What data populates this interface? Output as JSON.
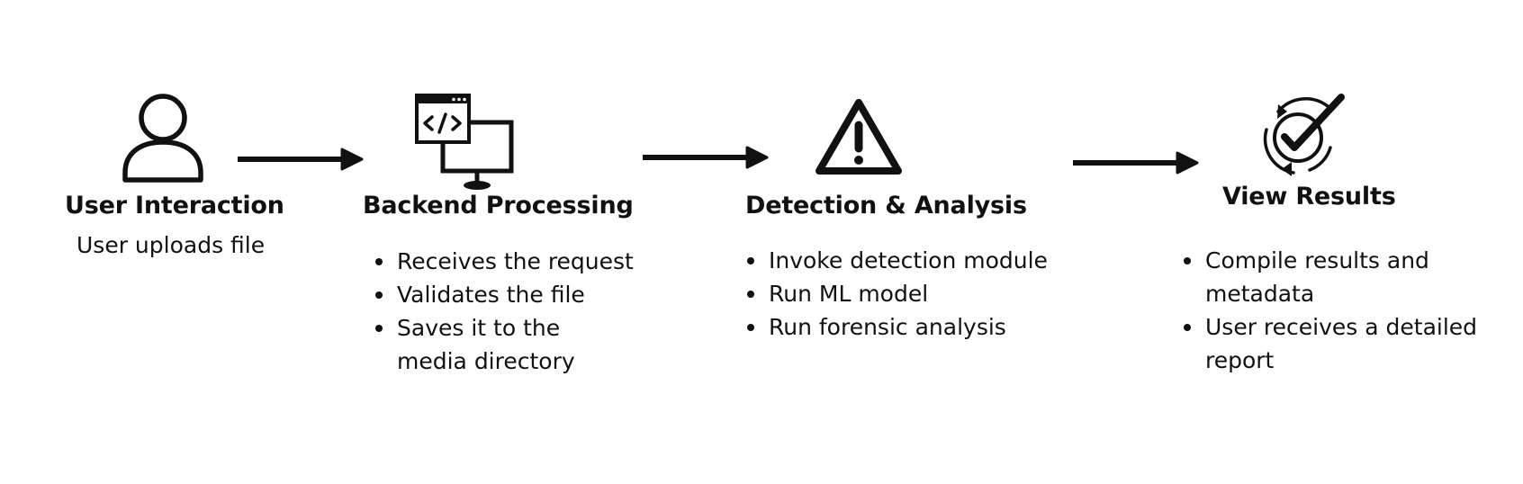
{
  "stages": [
    {
      "title": "User Interaction",
      "icon": "user-icon",
      "description": "User uploads file"
    },
    {
      "title": "Backend Processing",
      "icon": "code-monitor-icon",
      "bullets": [
        "Receives the request",
        "Validates the file",
        "Saves it to the media directory"
      ]
    },
    {
      "title": "Detection & Analysis",
      "icon": "warning-icon",
      "bullets": [
        "Invoke detection module",
        "Run ML model",
        "Run forensic analysis"
      ]
    },
    {
      "title": "View Results",
      "icon": "check-cycle-icon",
      "bullets": [
        "Compile results and metadata",
        "User receives a detailed report"
      ]
    }
  ],
  "colors": {
    "ink": "#111111",
    "background": "#ffffff"
  }
}
